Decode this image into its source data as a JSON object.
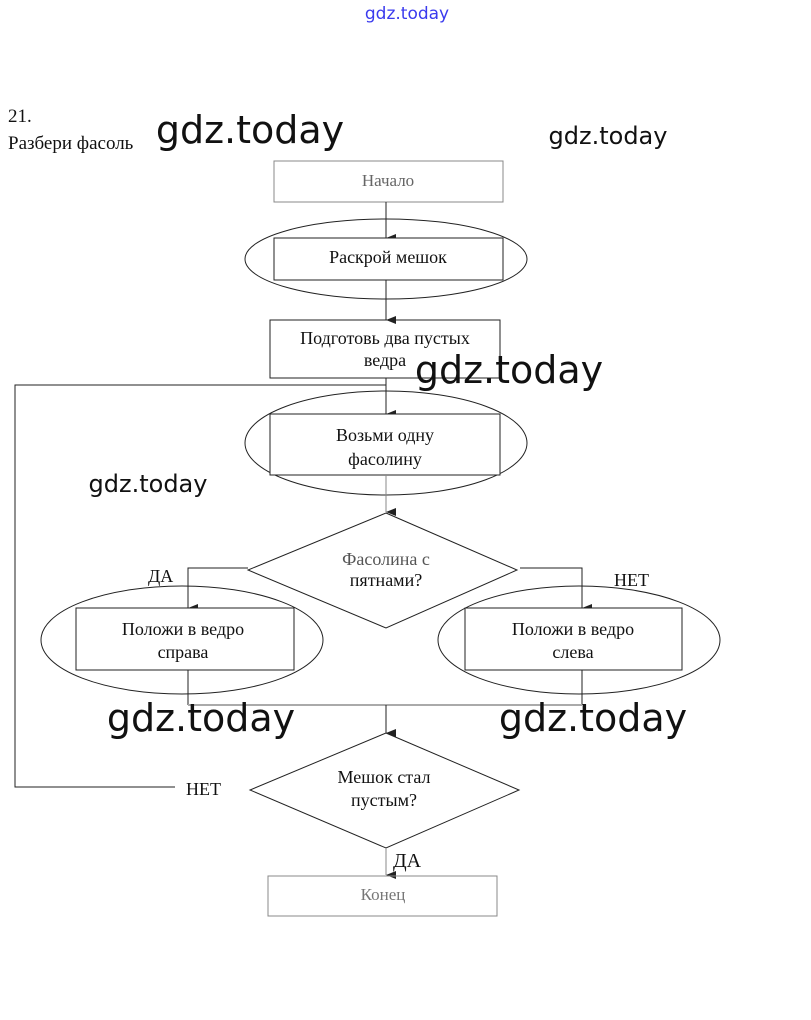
{
  "header": {
    "watermark_top": "gdz.today",
    "number": "21.",
    "title": "Разбери фасоль"
  },
  "watermarks": [
    "gdz.today",
    "gdz.today",
    "gdz.today",
    "gdz.today",
    "gdz.today",
    "gdz.today"
  ],
  "colors": {
    "watermark_top": "#3a3aee",
    "stroke": "#222222"
  },
  "flowchart": {
    "start": "Начало",
    "open_bag": "Раскрой мешок",
    "prepare": [
      "Подготовь два пустых",
      "ведра"
    ],
    "take": [
      "Возьми одну",
      "фасолину"
    ],
    "decision1": [
      "Фасолина с",
      "пятнами?"
    ],
    "yes1": "ДА",
    "no1": "НЕТ",
    "right_bucket": [
      "Положи в ведро",
      "справа"
    ],
    "left_bucket": [
      "Положи в ведро",
      "слева"
    ],
    "decision2": [
      "Мешок стал",
      "пустым?"
    ],
    "no2": "НЕТ",
    "yes2": "ДА",
    "end": "Конец"
  }
}
